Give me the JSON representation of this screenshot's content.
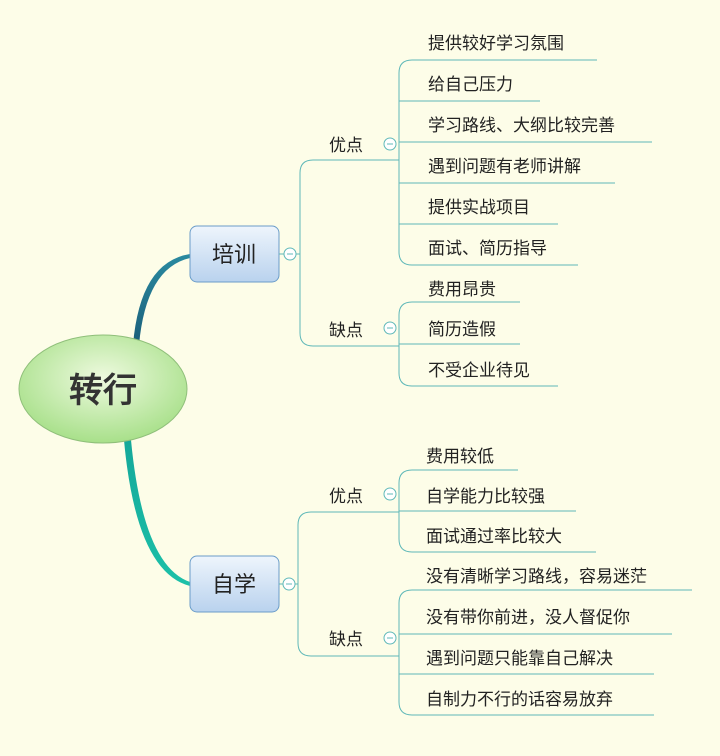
{
  "root": {
    "label": "转行"
  },
  "branches": [
    {
      "label": "培训",
      "groups": [
        {
          "label": "优点",
          "items": [
            "提供较好学习氛围",
            "给自己压力",
            "学习路线、大纲比较完善",
            "遇到问题有老师讲解",
            "提供实战项目",
            "面试、简历指导"
          ]
        },
        {
          "label": "缺点",
          "items": [
            "费用昂贵",
            "简历造假",
            "不受企业待见"
          ]
        }
      ]
    },
    {
      "label": "自学",
      "groups": [
        {
          "label": "优点",
          "items": [
            "费用较低",
            "自学能力比较强",
            "面试通过率比较大"
          ]
        },
        {
          "label": "缺点",
          "items": [
            "没有清晰学习路线，容易迷茫",
            "没有带你前进，没人督促你",
            "遇到问题只能靠自己解决",
            "自制力不行的话容易放弃"
          ]
        }
      ]
    }
  ],
  "colors": {
    "background": "#fdfde8",
    "connector": "#5fb8b8",
    "root_fill_top": "#e4f7cf",
    "root_fill_bottom": "#a8e08a",
    "node_fill_top": "#e8f1fb",
    "node_fill_bottom": "#bcd4ee",
    "node_border": "#6a9cc9",
    "trunk_top": "#1f6f8b",
    "trunk_bottom": "#12b8a6"
  },
  "icons": {
    "collapse": "circle-minus-icon"
  }
}
